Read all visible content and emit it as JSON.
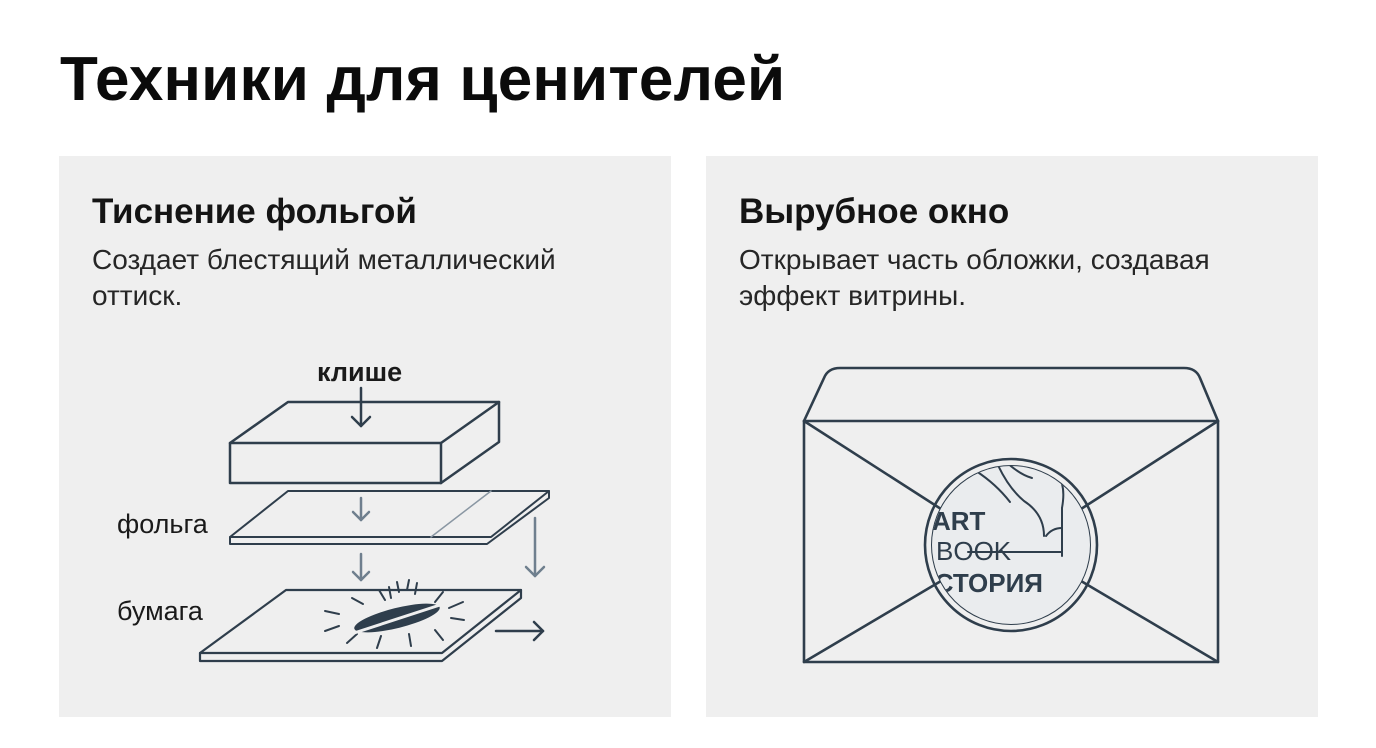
{
  "page": {
    "title": "Техники для ценителей"
  },
  "cards": [
    {
      "title": "Тиснение фольгой",
      "description": "Создает блестящий металлический оттиск.",
      "labels": {
        "die": "клише",
        "foil": "фольга",
        "paper": "бумага"
      }
    },
    {
      "title": "Вырубное окно",
      "description": "Открывает часть обложки, создавая эффект витрины.",
      "logo": {
        "line1": "ART",
        "line2": "BOOK",
        "line3": "ИСТОРИЯ"
      }
    }
  ],
  "colors": {
    "stroke": "#2f3e4c",
    "card_bg": "#efefef"
  }
}
